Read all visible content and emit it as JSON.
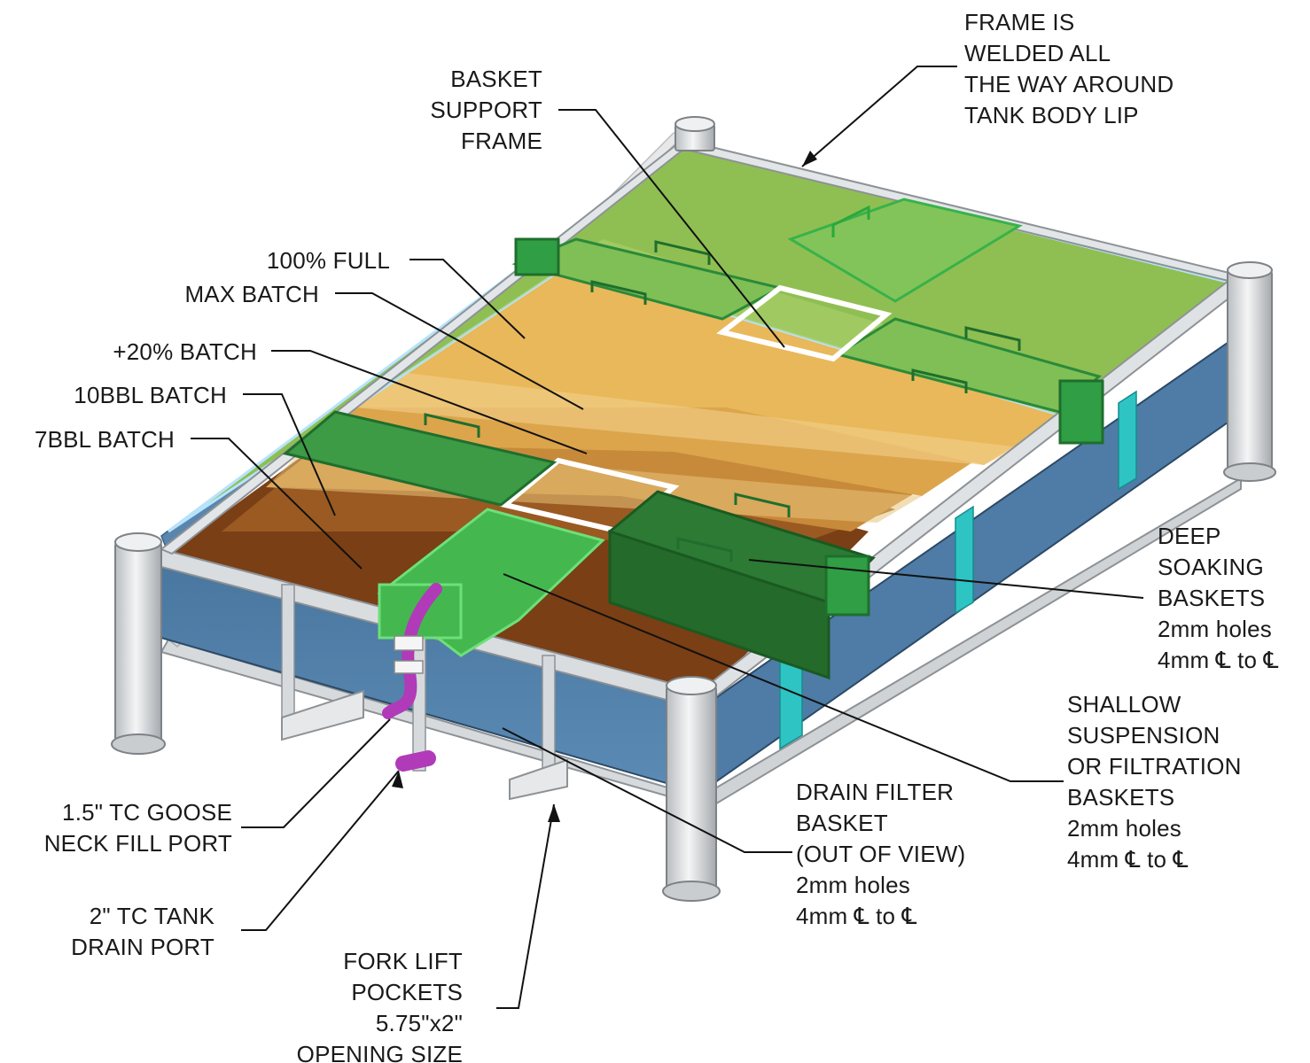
{
  "colors": {
    "frame": "#d7dadd",
    "frame_edge": "#8d9296",
    "tank_side": "#4f7ea8",
    "basket_green": "#2f9e44",
    "basket_dark": "#1f6e2d",
    "top_green": "#8fbf52",
    "brew_light": "#e9b85a",
    "brew_dark": "#7a3f14",
    "port_magenta": "#b13ab8",
    "support_cyan": "#2ec4c4"
  },
  "labels": {
    "frame_welded": [
      "FRAME IS",
      "WELDED ALL",
      "THE WAY AROUND",
      "TANK BODY LIP"
    ],
    "basket_support": [
      "BASKET",
      "SUPPORT",
      "FRAME"
    ],
    "full_100": "100% FULL",
    "max_batch": "MAX BATCH",
    "plus20": "+20% BATCH",
    "bbl10": "10BBL BATCH",
    "bbl7": "7BBL BATCH",
    "deep_soaking": [
      "DEEP",
      "SOAKING",
      "BASKETS",
      "2mm holes",
      "4mm ℄ to ℄"
    ],
    "shallow": [
      "SHALLOW",
      "SUSPENSION",
      "OR FILTRATION",
      "BASKETS",
      "2mm holes",
      "4mm ℄ to ℄"
    ],
    "drain_filter": [
      "DRAIN FILTER",
      "BASKET",
      "(OUT OF VIEW)",
      "2mm holes",
      "4mm ℄ to ℄"
    ],
    "fill_port": [
      "1.5\" TC GOOSE",
      "NECK FILL PORT"
    ],
    "drain_port": [
      "2\" TC TANK",
      "DRAIN PORT"
    ],
    "fork_lift": [
      "FORK LIFT",
      "POCKETS",
      "5.75\"x2\"",
      "OPENING SIZE"
    ]
  }
}
